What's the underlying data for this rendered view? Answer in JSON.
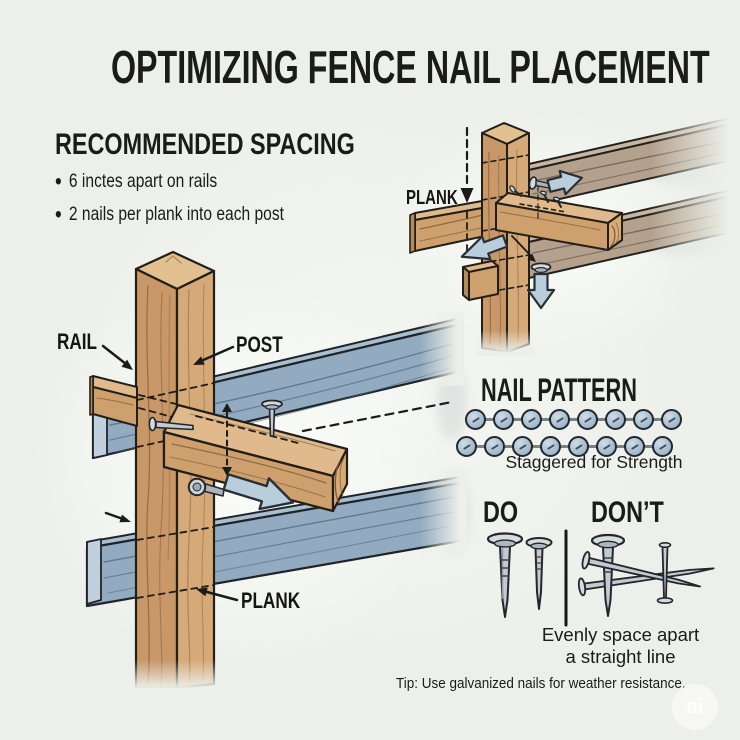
{
  "title": "OPTIMIZING FENCE NAIL PLACEMENT",
  "spacing": {
    "heading": "RECOMMENDED SPACING",
    "bullet1": "6 inctes apart on rails",
    "bullet2": "2 nails per plank into each post"
  },
  "main_diagram": {
    "rail_label": "RAIL",
    "post_label": "POST",
    "plank_label": "PLANK"
  },
  "joint_diagram": {
    "plank_label": "PLANK"
  },
  "nail_pattern": {
    "heading": "NAIL PATTERN",
    "caption": "Staggered for Strength",
    "rows": 2,
    "nails_per_row": 8
  },
  "do_dont": {
    "do_label": "DO",
    "dont_label": "DON’T",
    "caption_line1": "Evenly space apart",
    "caption_line2": "a straight line"
  },
  "footer": {
    "tip": "Tip: Use galvanized nails for weather resistance.",
    "watermark": "ai"
  },
  "colors": {
    "background": "#edf0ea",
    "wood_light": "#d6aa78",
    "wood_dark": "#c89868",
    "wood_top": "#e3c08f",
    "rail_blue": "#93abc0",
    "rail_gray_tan": "#b3a18d",
    "arrow_blue": "#b9cedd",
    "metal": "#c9d0d6",
    "text": "#1b1b19"
  }
}
